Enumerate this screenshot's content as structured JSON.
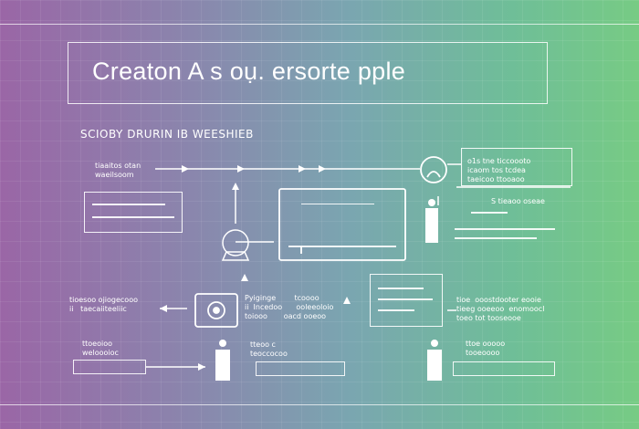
{
  "header": {
    "title": "Creaton A s oụ.  ersorte  pple",
    "subtitle": "SCIOBY DRURIN IB WEESHIEB"
  },
  "labels": {
    "top_left": "tiaaitos otan\nwaeilsoom",
    "top_right": "o1s tne ticcoooto\nicaom tos tcdea\ntaeicoo ttooaoo",
    "mid_right": "S tieaoo oseae",
    "bottom_left": "tioesoo ojiogecooo\nii   taecaiiteeliic",
    "bottom_left2": "ttoeoioo\nweloooioc",
    "bottom_mid": "Pyiginge        tcoooo\nii  Incedoo      ooleeoloio\ntoiooo       oacd ooeoo",
    "bottom_mid2": "tteoo c\nteoccocoo",
    "bottom_right": "tioe  ooostdooter eooie\ntieeg ooeeoo  enomoocl\ntoeo tot tooseooe",
    "bottom_right2": "ttoe ooooo\ntooeoooo"
  }
}
